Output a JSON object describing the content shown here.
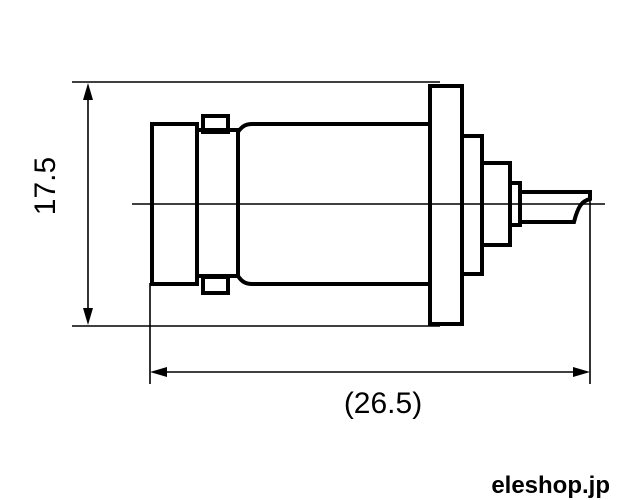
{
  "dimensions": {
    "height_label": "17.5",
    "length_label": "(26.5)"
  },
  "watermark": {
    "text": "eleshop.jp"
  }
}
